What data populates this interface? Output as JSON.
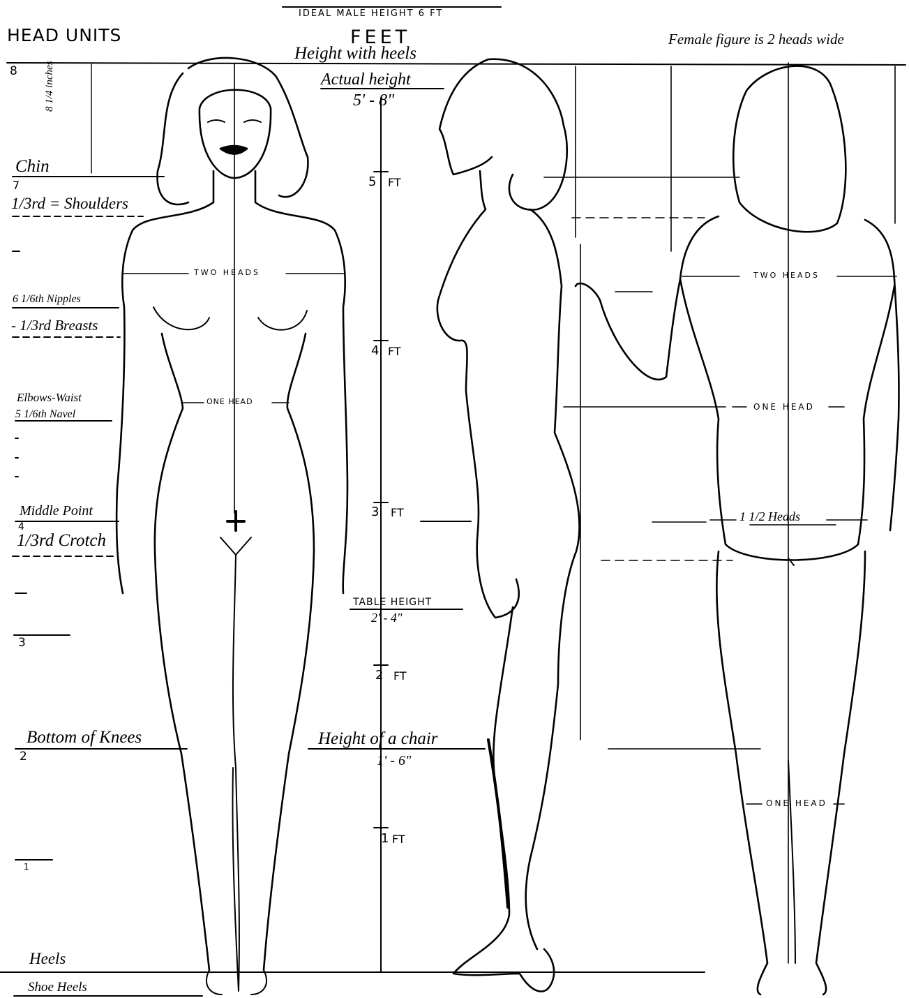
{
  "header": {
    "ideal_male": "IDEAL MALE HEIGHT 6 FT",
    "head_units": "HEAD UNITS",
    "feet": "FEET",
    "height_with_heels": "Height with heels",
    "female_width": "Female figure is 2 heads wide"
  },
  "feet_scale": {
    "actual_height_label": "Actual height",
    "actual_height_value": "5' - 8\"",
    "ticks": [
      "5",
      "4",
      "3",
      "2",
      "1"
    ],
    "ft_unit": "FT",
    "table_height_label": "TABLE HEIGHT",
    "table_height_value": "2' - 4\"",
    "chair_label": "Height of a chair",
    "chair_value": "1' - 6\""
  },
  "head_scale": {
    "n8": "8",
    "inches_label": "8 1/4 inches",
    "chin": "Chin",
    "n7": "7",
    "shoulders": "1/3rd = Shoulders",
    "nipples": "6 1/6th Nipples",
    "breasts": "- 1/3rd Breasts",
    "elbows_waist": "Elbows-Waist",
    "navel": "5  1/6th Navel",
    "middle_point": "Middle Point",
    "n4": "4",
    "crotch": "1/3rd Crotch",
    "n3": "3",
    "knees": "Bottom of Knees",
    "n2": "2",
    "n1": "1",
    "heels": "Heels",
    "shoe_heels": "Shoe Heels"
  },
  "figure_labels": {
    "front_two_heads": "TWO HEADS",
    "front_one_head": "ONE HEAD",
    "back_two_heads": "TWO HEADS",
    "back_one_head": "ONE HEAD",
    "back_hips": "1 1/2 Heads",
    "back_calf": "ONE HEAD"
  }
}
